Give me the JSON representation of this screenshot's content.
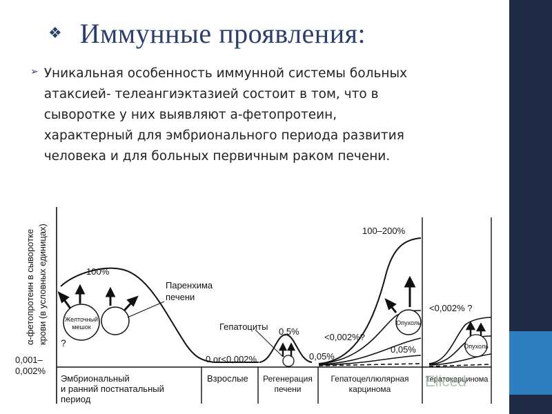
{
  "slide": {
    "title": "Иммунные проявления:",
    "title_bullet_icon": "diamond-bullet-icon",
    "body_bullet_icon": "arrow-bullet-icon",
    "body_text": "Уникальная особенность иммунной системы больных\nатаксией- телеангиэктазией состоит в том, что в\nсыворотке у них выявляют а-фетопротеин,\nхарактерный для эмбрионального периода развития\nчеловека и для больных первичным раком печени.",
    "colors": {
      "title": "#2c3e6d",
      "right_bar": "#1f2a44",
      "right_accent": "#2e7fbf"
    }
  },
  "diagram": {
    "y_axis_label_1": "α-фетопротеин в сыворотке",
    "y_axis_label_2": "крови (в условных единицах)",
    "y_tick_1": "0,001–",
    "y_tick_2": "0,002%",
    "question_left": "?",
    "label_100": "100%",
    "label_parenchyma_1": "Паренхима",
    "label_parenchyma_2": "печени",
    "label_yolk_1": "Желточный",
    "label_yolk_2": "мешок",
    "label_adult_level": "0 or<0,002%",
    "label_hepatocytes": "Гепатоциты",
    "label_05": "0,5%",
    "label_005_a": "0,05%",
    "label_lt0002_mid": "<0,002%?",
    "label_100_200": "100–200%",
    "label_tumor_1": "Опухоль",
    "label_005_b": "0,05%",
    "label_lt0002_right": "<0,002% ?",
    "label_tumor_2": "Опухоль",
    "sections": [
      {
        "line1": "Эмбриональный",
        "line2": "и ранний постнатальный",
        "line3": "период"
      },
      {
        "line1": "Взрослые"
      },
      {
        "line1": "Регенерация",
        "line2": "печени"
      },
      {
        "line1": "Гепатоцеллюлярная",
        "line2": "карцинома"
      },
      {
        "line1": "Тератокарцинома"
      }
    ]
  },
  "watermark": {
    "text": "Eliced"
  }
}
